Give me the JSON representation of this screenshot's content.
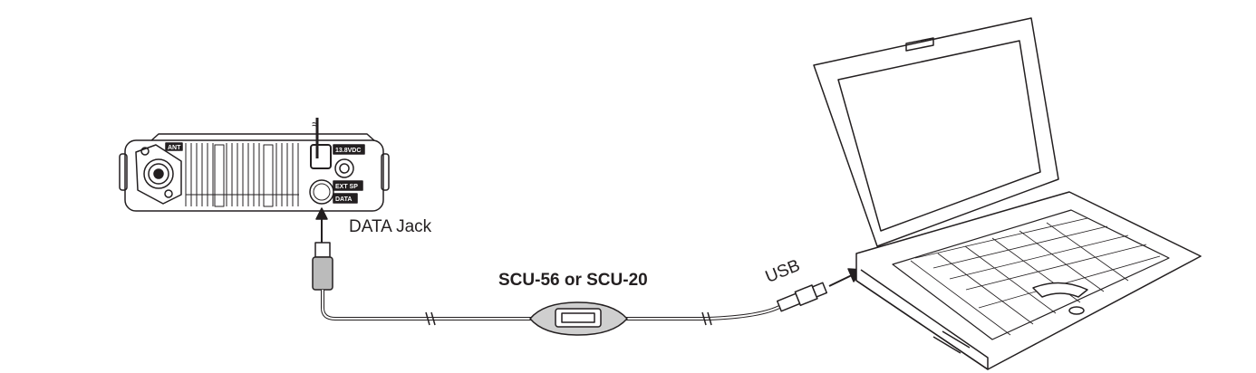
{
  "labels": {
    "data_jack": "DATA Jack",
    "cable_model": "SCU-56 or SCU-20",
    "usb": "USB"
  },
  "radio_panel_labels": {
    "antenna": "ANT",
    "power": "13.8VDC",
    "speaker": "EXT SP",
    "data": "DATA"
  }
}
